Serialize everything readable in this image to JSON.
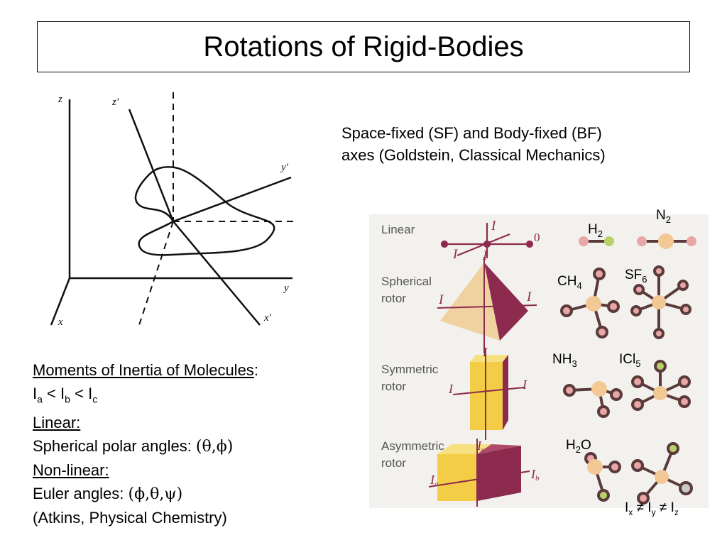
{
  "slide": {
    "title": "Rotations of Rigid-Bodies"
  },
  "axes_figure": {
    "label_z": "z",
    "label_zp": "z′",
    "label_yp": "y′",
    "label_y": "y",
    "label_x": "x",
    "label_xp": "x′"
  },
  "caption": {
    "line1": "Space-fixed (SF) and Body-fixed (BF)",
    "line2": "axes  (Goldstein, Classical Mechanics)"
  },
  "molecule_panel": {
    "row_linear": "Linear",
    "row_spherical_1": "Spherical",
    "row_spherical_2": "rotor",
    "row_symmetric_1": "Symmetric",
    "row_symmetric_2": "rotor",
    "row_asymmetric_1": "Asymmetric",
    "row_asymmetric_2": "rotor",
    "I": "I",
    "zero": "0",
    "Ia": "a",
    "Ib": "b",
    "Ic": "c",
    "colors": {
      "pink": "#e8a6a6",
      "peach": "#f2c894",
      "green": "#b8d26a",
      "grey": "#c8c8c8",
      "maroon": "#8c2b4e",
      "tan": "#f0d2a0",
      "yellow": "#f3cd45",
      "bond": "#5a3a3a"
    }
  },
  "molecule_labels": {
    "N2": {
      "base": "N",
      "sub": "2"
    },
    "H2": {
      "base": "H",
      "sub": "2"
    },
    "CH4": {
      "base": "CH",
      "sub": "4"
    },
    "SF6": {
      "base": "SF",
      "sub": "6"
    },
    "NH3": {
      "base": "NH",
      "sub": "3"
    },
    "ICl5": {
      "base": "ICl",
      "sub": "5"
    },
    "H2O": {
      "base": "H",
      "sub": "2",
      "suffix": "O"
    }
  },
  "inequality": {
    "I": "I",
    "x": "x",
    "y": "y",
    "z": "z",
    "neq": "≠"
  },
  "left_text": {
    "moments_heading": "Moments of Inertia of Molecules",
    "colon": ":",
    "I": "I",
    "a": "a",
    "b": "b",
    "c": "c",
    "lt": "<",
    "linear": "Linear:",
    "spherical": "Spherical polar angles: ",
    "spherical_angles": "(θ,ϕ)",
    "nonlinear": "Non-linear:",
    "euler": "Euler angles: ",
    "euler_angles": "(ϕ,θ,ψ)",
    "atkins": "(Atkins, Physical Chemistry)"
  }
}
